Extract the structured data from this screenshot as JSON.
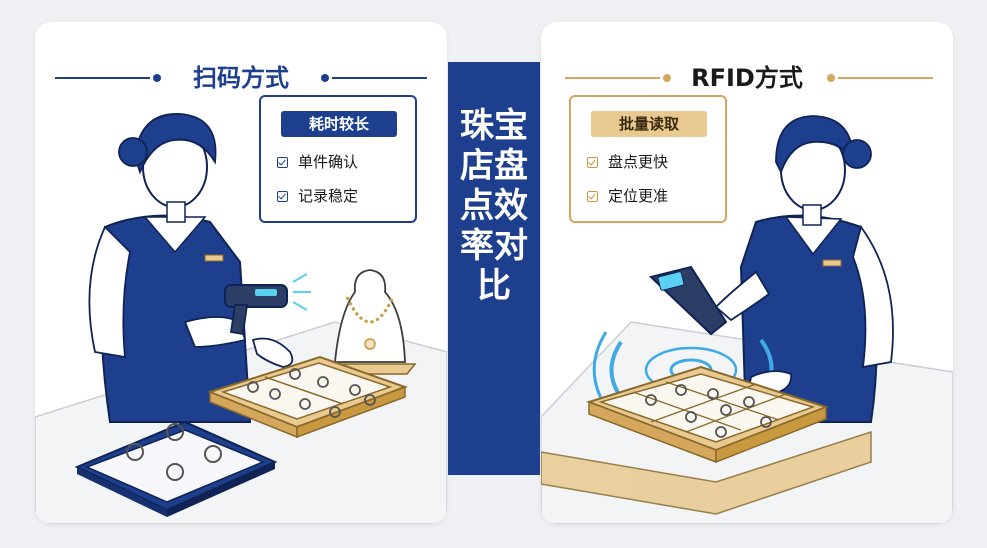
{
  "left_panel": {
    "title": "扫码方式",
    "badge": "耗时较长",
    "items": [
      "单件确认",
      "记录稳定"
    ],
    "accent_color": "#1d3f8e"
  },
  "right_panel": {
    "title": "RFID方式",
    "badge": "批量读取",
    "items": [
      "盘点更快",
      "定位更准"
    ],
    "accent_color": "#d4a75c"
  },
  "center": {
    "title": "珠宝店盘点效率对比",
    "color": "#1d3f8e"
  },
  "icons": [
    "check-icon",
    "barcode-scanner-icon",
    "rfid-reader-icon",
    "rfid-waves-icon"
  ]
}
